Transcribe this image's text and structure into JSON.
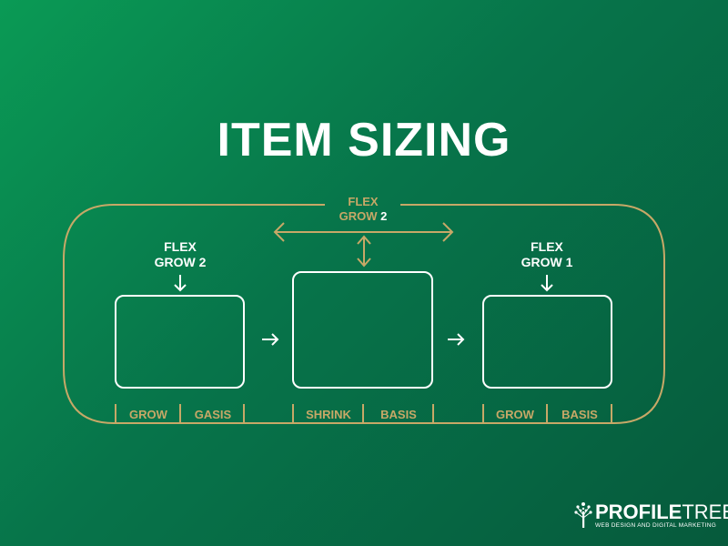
{
  "title": "ITEM SIZING",
  "center_label": {
    "line1": "FLEX",
    "line2_prefix": "GROW",
    "line2_value": "2"
  },
  "left_label": {
    "line1": "FLEX",
    "line2": "GROW 2"
  },
  "right_label": {
    "line1": "FLEX",
    "line2": "GROW 1"
  },
  "bottom_labels": {
    "left": [
      "GROW",
      "GASIS"
    ],
    "center": [
      "SHRINK",
      "BASIS"
    ],
    "right": [
      "GROW",
      "BASIS"
    ]
  },
  "logo": {
    "name_bold": "PROFILE",
    "name_thin": "TREE",
    "tagline": "WEB DESIGN AND DIGITAL MARKETING"
  },
  "colors": {
    "gold": "#c7a867",
    "white": "#ffffff",
    "bg_start": "#0a9a55",
    "bg_end": "#065a3c"
  }
}
